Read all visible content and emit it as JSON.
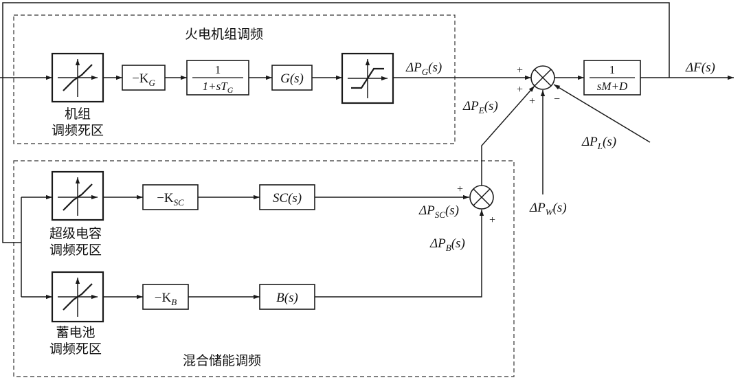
{
  "groups": {
    "thermal": "火电机组调频",
    "hybrid": "混合储能调频"
  },
  "blocks": {
    "unit_deadband": [
      "机组",
      "调频死区"
    ],
    "sc_deadband": [
      "超级电容",
      "调频死区"
    ],
    "battery_deadband": [
      "蓄电池",
      "调频死区"
    ],
    "neg_kg": "−K",
    "neg_kg_sub": "G",
    "governor_num": "1",
    "governor_den": "1+sT",
    "governor_den_sub": "G",
    "gs": "G(s)",
    "neg_ksc": "−K",
    "neg_ksc_sub": "SC",
    "scs": "SC(s)",
    "neg_kb": "−K",
    "neg_kb_sub": "B",
    "bs": "B(s)",
    "plant_num": "1",
    "plant_den": "sM+D"
  },
  "signals": {
    "dpg": "ΔP",
    "dpg_sub": "G",
    "dpg_tail": "(s)",
    "dpe": "ΔP",
    "dpe_sub": "E",
    "dpe_tail": "(s)",
    "dpl": "ΔP",
    "dpl_sub": "L",
    "dpl_tail": "(s)",
    "dpw": "ΔP",
    "dpw_sub": "W",
    "dpw_tail": "(s)",
    "dpsc": "ΔP",
    "dpsc_sub": "SC",
    "dpsc_tail": "(s)",
    "dpb": "ΔP",
    "dpb_sub": "B",
    "dpb_tail": "(s)",
    "df": "ΔF(s)"
  },
  "signs": {
    "main_g": "+",
    "main_e": "+",
    "main_w": "+",
    "main_l": "−",
    "hyb_sc": "+",
    "hyb_b": "+"
  },
  "icons": [
    "deadband-icon",
    "saturation-icon",
    "summing-junction-icon",
    "arrow-icon"
  ]
}
